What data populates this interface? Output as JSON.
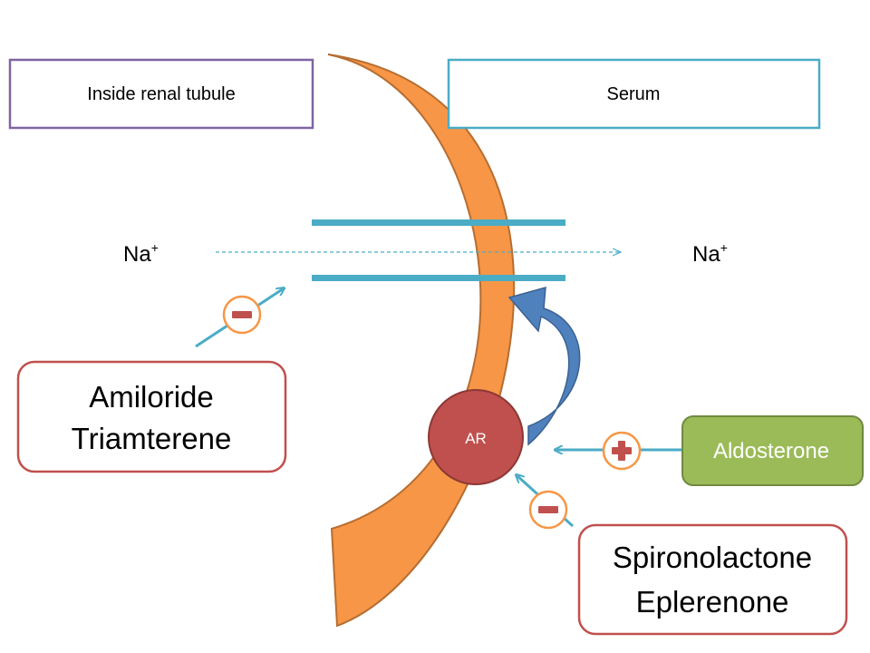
{
  "diagram": {
    "labels": {
      "inside": "Inside renal tubule",
      "serum": "Serum",
      "na_left_base": "Na",
      "na_left_sup": "+",
      "na_right_base": "Na",
      "na_right_sup": "+",
      "ar": "AR",
      "aldosterone": "Aldosterone"
    },
    "drugs": {
      "enac_blockers": [
        "Amiloride",
        "Triamterene"
      ],
      "ar_antagonists": [
        "Spironolactone",
        "Eplerenone"
      ]
    },
    "colors": {
      "membrane": "#F79646",
      "membrane_stroke": "#B66D31",
      "channel": "#4BACC6",
      "receptor": "#C0504D",
      "aldosterone_fill": "#9BBB59",
      "aldosterone_stroke": "#71893F",
      "curved_arrow": "#4F81BD",
      "inside_box_border": "#8064A2",
      "serum_box_border": "#4BACC6",
      "drug_box_border": "#C0504D",
      "sign_circle": "#F79646",
      "minus_sign": "#C0504D",
      "plus_sign": "#C0504D"
    },
    "icons": {
      "inhibit": "minus-sign-icon",
      "stimulate": "plus-sign-icon"
    }
  }
}
